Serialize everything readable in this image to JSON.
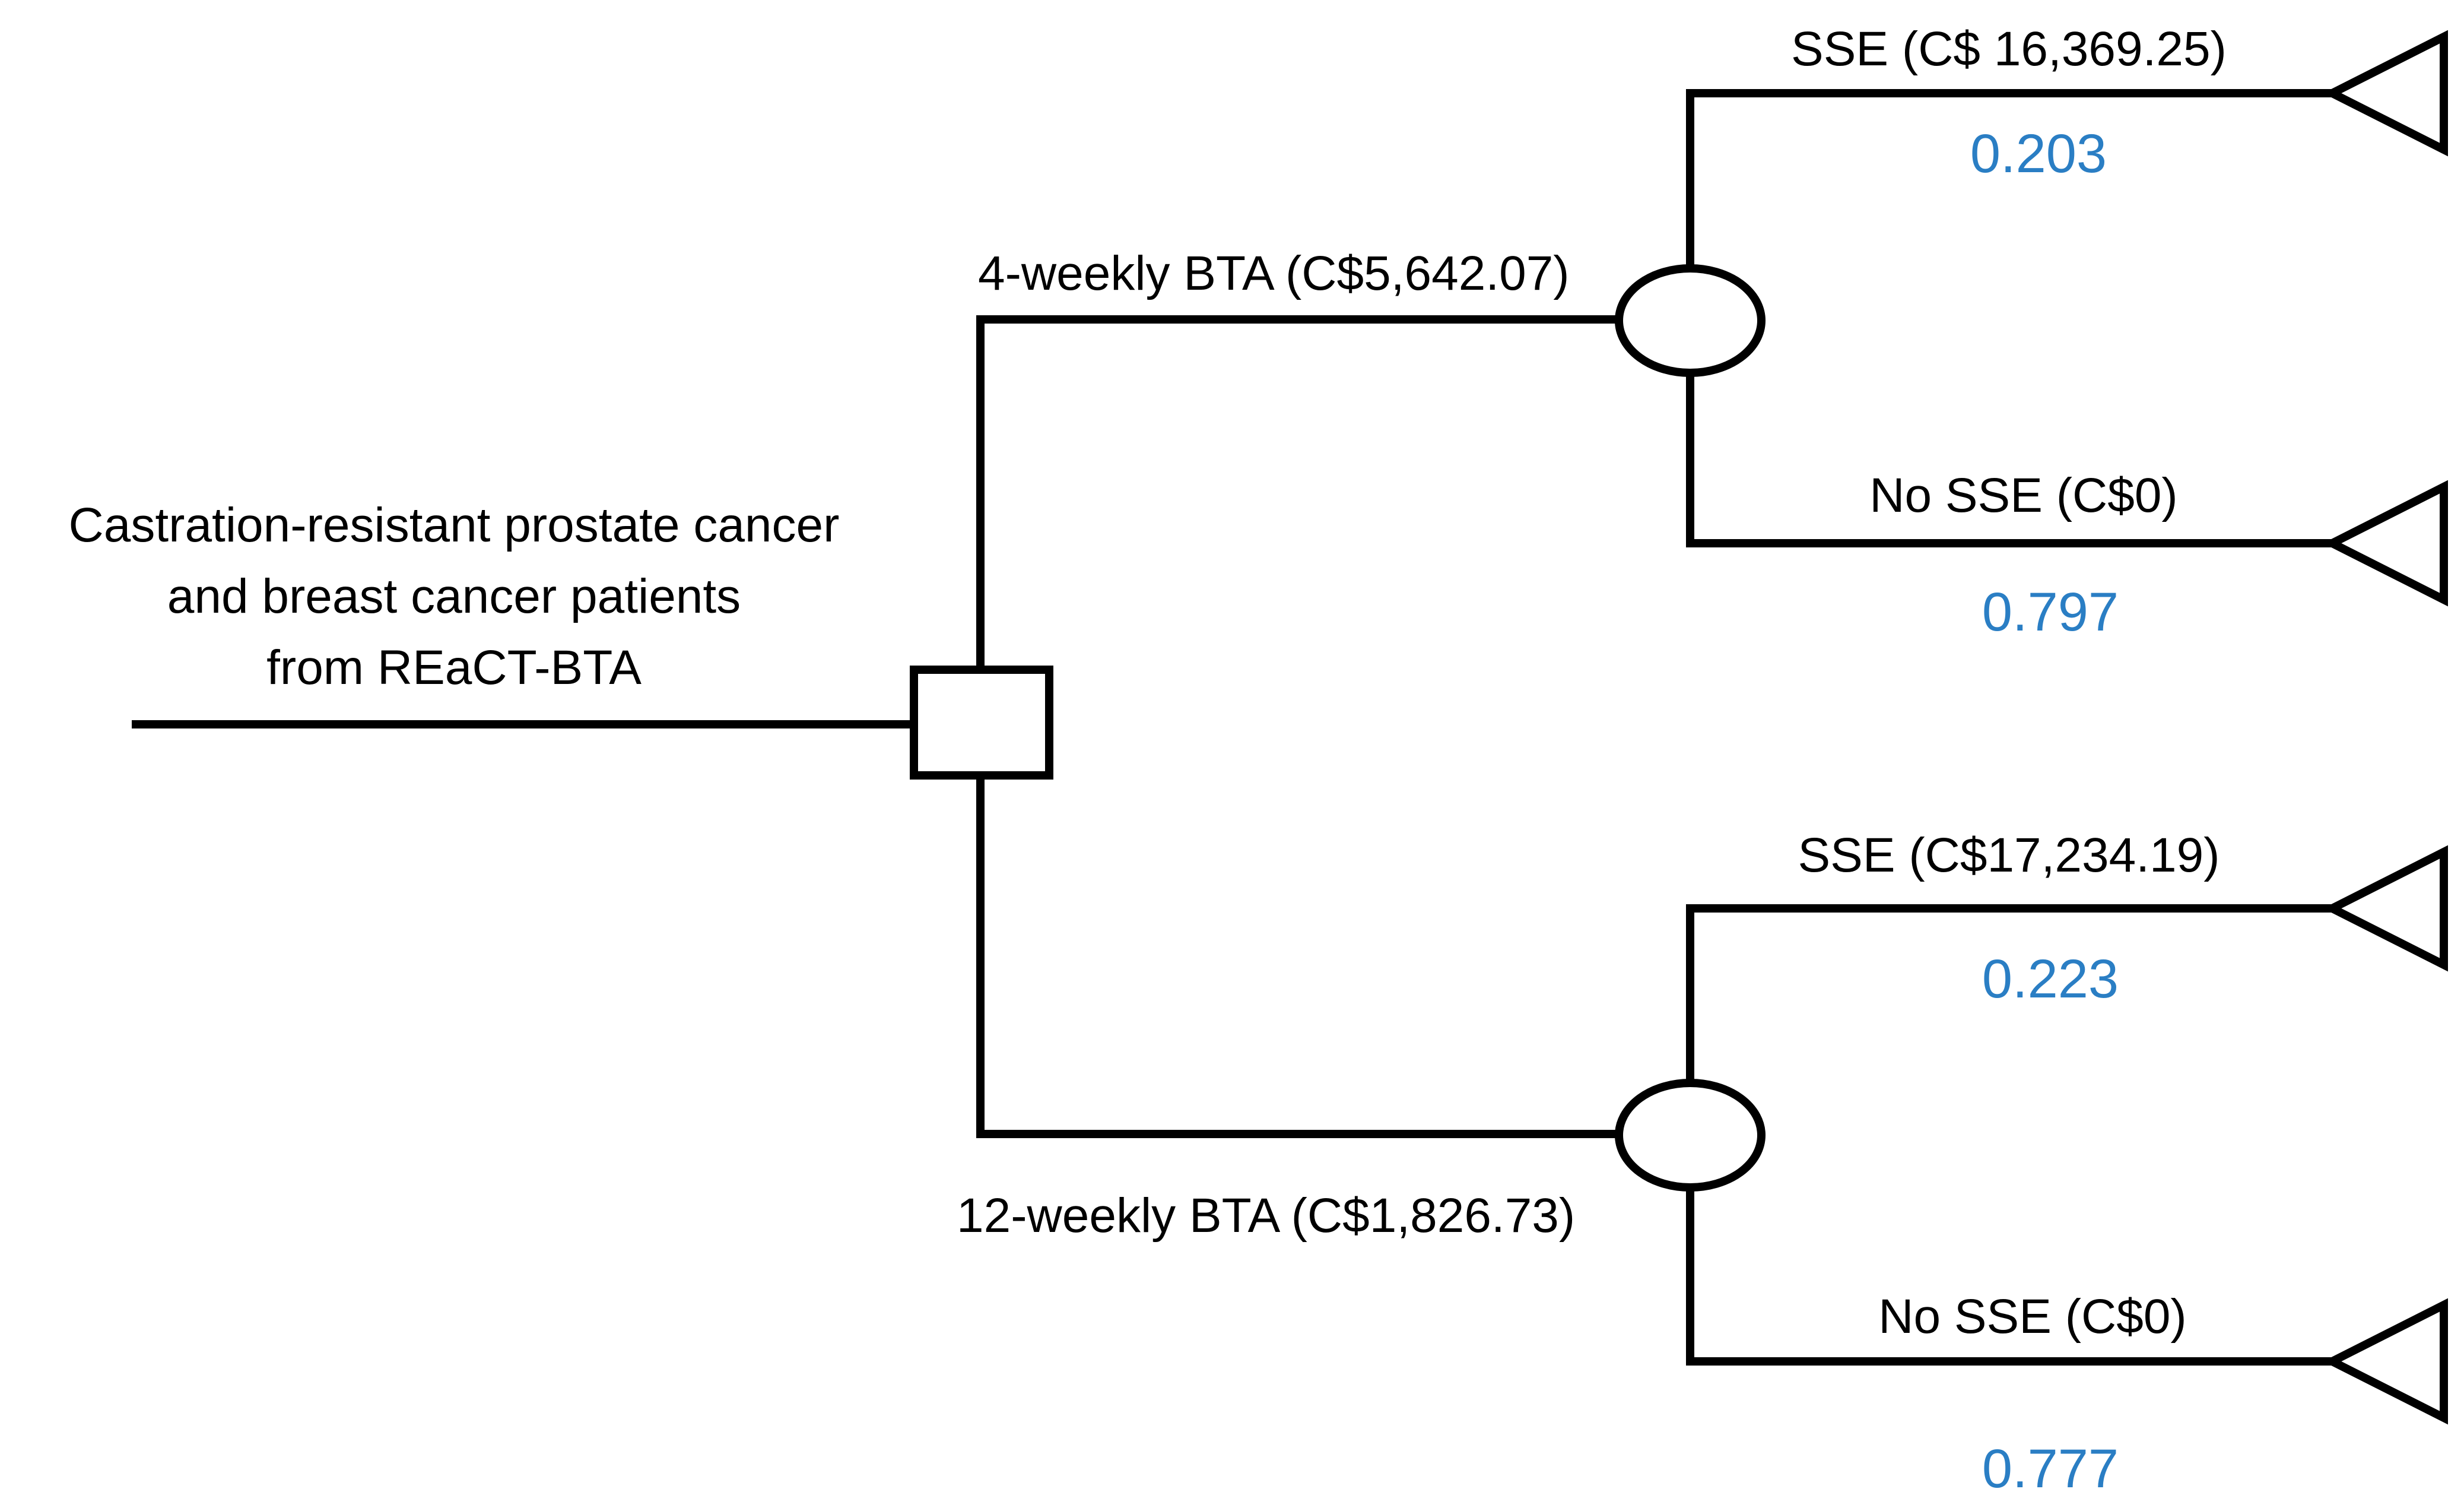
{
  "root": {
    "label_lines": [
      "Castration-resistant prostate cancer",
      "and breast cancer patients",
      "from REaCT-BTA"
    ]
  },
  "branches": {
    "four_weekly": {
      "label": "4-weekly BTA (C$5,642.07)",
      "outcomes": {
        "sse": {
          "label": "SSE (C$ 16,369.25)",
          "probability": "0.203"
        },
        "no_sse": {
          "label": "No SSE (C$0)",
          "probability": "0.797"
        }
      }
    },
    "twelve_weekly": {
      "label": "12-weekly BTA (C$1,826.73)",
      "outcomes": {
        "sse": {
          "label": "SSE (C$17,234.19)",
          "probability": "0.223"
        },
        "no_sse": {
          "label": "No SSE (C$0)",
          "probability": "0.777"
        }
      }
    }
  },
  "colors": {
    "line": "#000000",
    "probability": "#2a7ec4"
  }
}
